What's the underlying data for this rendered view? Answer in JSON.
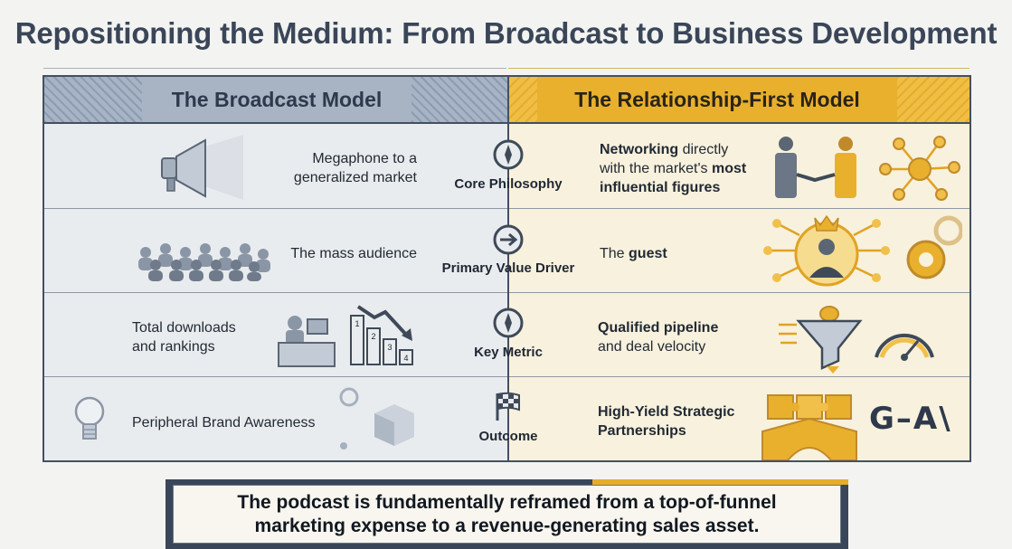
{
  "title": "Repositioning the Medium: From Broadcast to Business Development",
  "left_header": "The Broadcast Model",
  "right_header": "The Relationship-First Model",
  "rows": [
    {
      "label": "Core Philosophy",
      "left_line1": "Megaphone to a",
      "left_line2": "generalized market",
      "right_b1": "Networking",
      "right_t1": " directly",
      "right_t2": "with the market's ",
      "right_b2": "most",
      "right_b3": "influential figures",
      "left_icon": "megaphone-icon",
      "center_icon": "compass-icon",
      "right_icon": "handshake-network-icon"
    },
    {
      "label": "Primary Value Driver",
      "left_line1": "The mass audience",
      "right_t1": "The ",
      "right_b1": "guest",
      "left_icon": "crowd-icon",
      "center_icon": "arrow-circle-icon",
      "right_icon": "crowned-guest-gears-icon"
    },
    {
      "label": "Key Metric",
      "left_line1": "Total downloads",
      "left_line2": "and rankings",
      "right_b1": "Qualified pipeline",
      "right_t2": "and deal velocity",
      "left_icon": "declining-bar-chart-icon",
      "center_icon": "compass-icon",
      "right_icon": "funnel-gauge-icon",
      "chart_ticks": [
        "1",
        "2",
        "3",
        "4"
      ]
    },
    {
      "label": "Outcome",
      "left_line1": "Peripheral Brand Awareness",
      "right_b1": "High-Yield Strategic",
      "right_b2": "Partnerships",
      "left_icon": "lightbulb-icon",
      "center_icon": "checkered-flag-icon",
      "right_icon": "puzzle-bridge-icon",
      "logo_text": "G–A\\"
    }
  ],
  "banner_line1": "The podcast is fundamentally reframed from a top-of-funnel",
  "banner_line2": "marketing expense to a revenue-generating sales asset.",
  "colors": {
    "slate": "#44505f",
    "gold": "#e9b02d",
    "left_bg": "#e9ecef",
    "right_bg": "#f8f1dd"
  }
}
